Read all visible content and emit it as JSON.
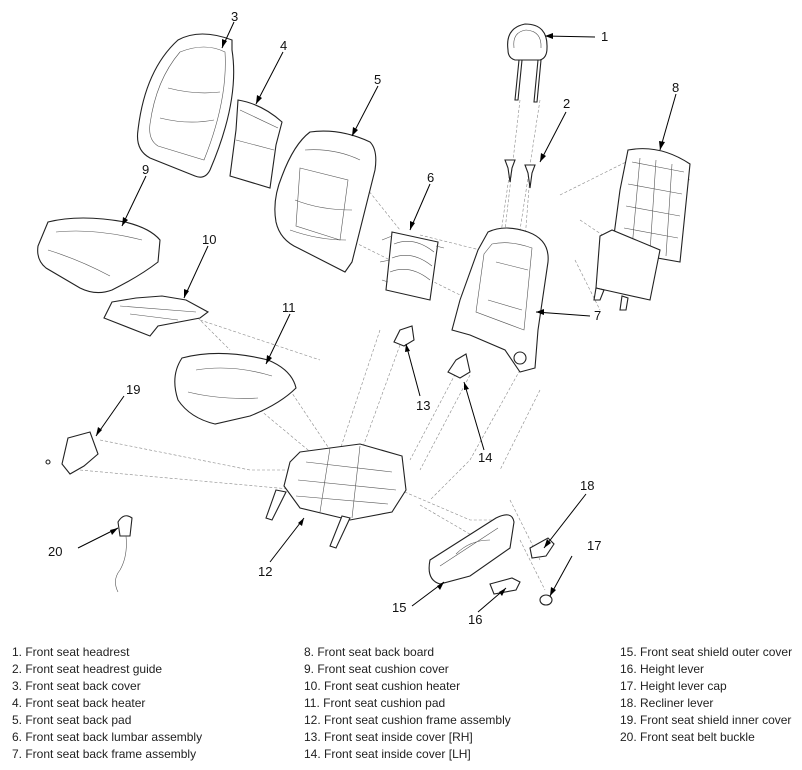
{
  "callouts": [
    "1",
    "2",
    "3",
    "4",
    "5",
    "6",
    "7",
    "8",
    "9",
    "10",
    "11",
    "12",
    "13",
    "14",
    "15",
    "16",
    "17",
    "18",
    "19",
    "20"
  ],
  "legend": [
    "1. Front seat headrest",
    "2. Front seat headrest guide",
    "3. Front seat back cover",
    "4. Front seat back heater",
    "5. Front seat back pad",
    "6. Front seat back lumbar assembly",
    "7. Front seat back frame assembly",
    "8. Front seat back board",
    "9. Front seat cushion cover",
    "10. Front seat cushion heater",
    "11. Front seat cushion pad",
    "12. Front seat cushion frame assembly",
    "13. Front seat inside cover [RH]",
    "14. Front seat inside cover [LH]",
    "15. Front seat shield outer cover",
    "16. Height lever",
    "17. Height lever cap",
    "18. Recliner lever",
    "19. Front seat shield inner cover",
    "20. Front seat belt buckle"
  ]
}
